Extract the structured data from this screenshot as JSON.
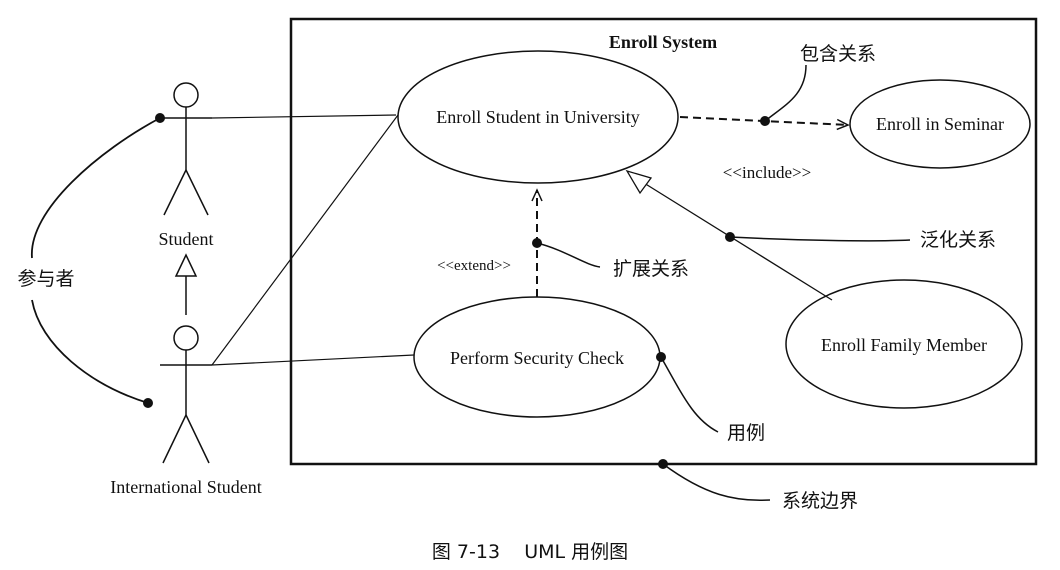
{
  "system": {
    "title": "Enroll System"
  },
  "actors": {
    "student": "Student",
    "international_student": "International Student"
  },
  "use_cases": {
    "enroll_university": "Enroll Student in University",
    "enroll_seminar": "Enroll in Seminar",
    "security_check": "Perform Security Check",
    "family_member": "Enroll Family Member"
  },
  "stereotypes": {
    "include": "<<include>>",
    "extend": "<<extend>>"
  },
  "annotations": {
    "include_relation": "包含关系",
    "generalization_relation": "泛化关系",
    "extend_relation": "扩展关系",
    "use_case": "用例",
    "actor": "参与者",
    "system_boundary": "系统边界"
  },
  "caption": "图 7-13    UML 用例图"
}
